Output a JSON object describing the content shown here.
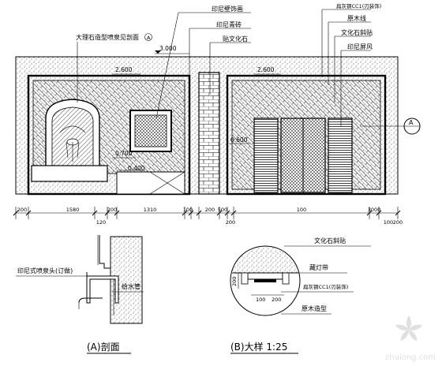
{
  "top_labels": {
    "marble_arch": "大理石造型喷泉见剖面",
    "marble_arch_ref": "A",
    "indian_murals": "印尼壁饰画",
    "indian_slate": "印尼青砖",
    "culture_stone": "贴文化石",
    "right_stack": [
      "扁灰钢CC1(刃装饰)",
      "原木线",
      "文化石斜贴",
      "印尼屏风"
    ]
  },
  "elevations": {
    "e1": "3.000",
    "e2": "2.600",
    "e3": "2.600",
    "e4": "0.700",
    "e5": "0.600",
    "e6": "0.400"
  },
  "section_marker": "A",
  "dimensions": [
    "200",
    "1580",
    "120",
    "200",
    "1310",
    "100",
    "200",
    "500",
    "200",
    "100",
    "3000",
    "100",
    "200"
  ],
  "detail_a": {
    "label_head": "印尼式喷泉头(订做)",
    "label_pipe": "给水管",
    "caption": "(A)剖面"
  },
  "detail_b": {
    "label_stone": "文化石斜贴",
    "label_light": "藏灯带",
    "label_panel": "扁灰钢CC1(刃装饰)",
    "label_wood": "原木造型",
    "dim_v": "200",
    "dim_h1": "100",
    "dim_h2": "200",
    "caption": "(B)大样 1:25"
  },
  "watermark_text": "zhulong.com"
}
